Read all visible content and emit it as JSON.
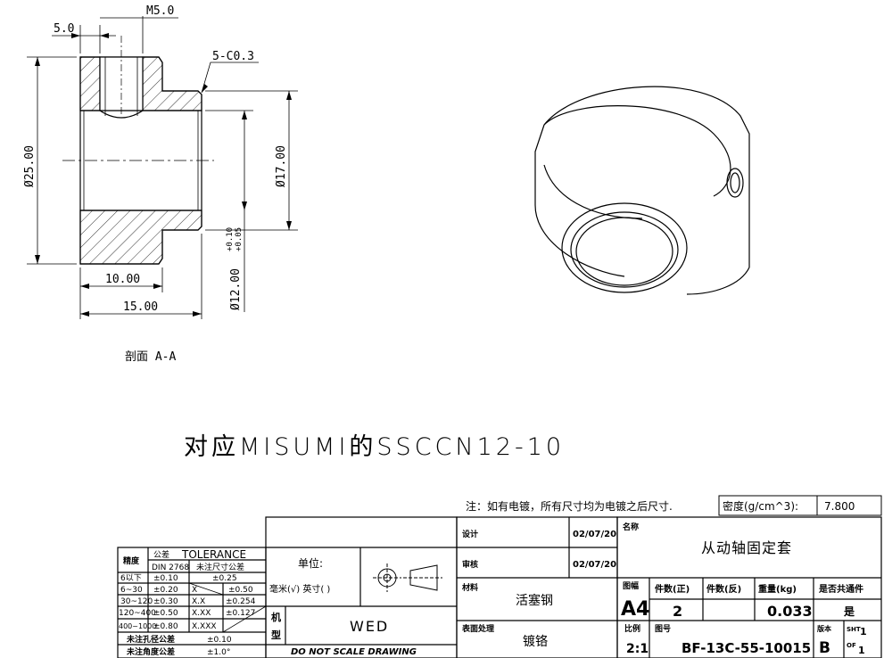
{
  "section": {
    "dims": {
      "top_left": "5.0",
      "thread": "M5.0",
      "chamfer": "5-C0.3",
      "outer_dia": "Ø25.00",
      "inner_dia": "Ø17.00",
      "bore_dia": "Ø12.00",
      "bore_tol_upper": "+0.10",
      "bore_tol_lower": "+0.05",
      "len_short": "10.00",
      "len_total": "15.00"
    },
    "section_label": "剖面 A-A"
  },
  "model_reference": "对应MISUMI的SSCCN12-10",
  "note": {
    "text": "注：如有电镀，所有尺寸均为电镀之后尺寸.",
    "density_label": "密度(g/cm^3):",
    "density_value": "7.800"
  },
  "tolerance_table": {
    "accuracy_label": "精度",
    "tolerance_header": "公差",
    "tolerance_title": "TOLERANCE",
    "din_label": "DIN 2768",
    "unspec_label": "未注尺寸公差",
    "rows": [
      {
        "range": "6以下",
        "din": "±0.10",
        "x": "",
        "unspec": "±0.25"
      },
      {
        "range": "6~30",
        "din": "±0.20",
        "x": "X",
        "unspec": "±0.50"
      },
      {
        "range": "30~120",
        "din": "±0.30",
        "x": "X.X",
        "unspec": "±0.254"
      },
      {
        "range": "120~400",
        "din": "±0.50",
        "x": "X.XX",
        "unspec": "±0.127"
      },
      {
        "range": "400~1000",
        "din": "±0.80",
        "x": "X.XXX",
        "unspec": ""
      }
    ],
    "hole_tol_label": "未注孔径公差",
    "hole_tol_value": "±0.10",
    "angle_tol_label": "未注角度公差",
    "angle_tol_value": "±1.0°"
  },
  "units": {
    "label": "单位:",
    "options": "毫米(√) 英寸(   )"
  },
  "machine": {
    "label_1": "机",
    "label_2": "型",
    "value": "WED"
  },
  "do_not_scale": "DO NOT SCALE DRAWING",
  "approval": {
    "design_label": "设计",
    "design_date": "02/07/20",
    "review_label": "审核",
    "review_date": "02/07/20",
    "material_label": "材料",
    "material_value": "活塞钢",
    "surface_label": "表面处理",
    "surface_value": "镀铬"
  },
  "title_block": {
    "name_label": "名称",
    "name_value": "从动轴固定套",
    "size_label": "图幅",
    "size_value": "A4",
    "qty_pos_label": "件数(正)",
    "qty_pos_value": "2",
    "qty_neg_label": "件数(反)",
    "qty_neg_value": "",
    "weight_label": "重量(kg)",
    "weight_value": "0.033",
    "common_label": "是否共通件",
    "common_value": "是",
    "scale_label": "比例",
    "scale_value": "2:1",
    "drawing_no_label": "图号",
    "drawing_no_value": "BF-13C-55-10015",
    "rev_label": "版本",
    "rev_value": "B",
    "sht_label": "SHT",
    "sht_value": "1",
    "of_label": "OF",
    "of_value": "1"
  }
}
